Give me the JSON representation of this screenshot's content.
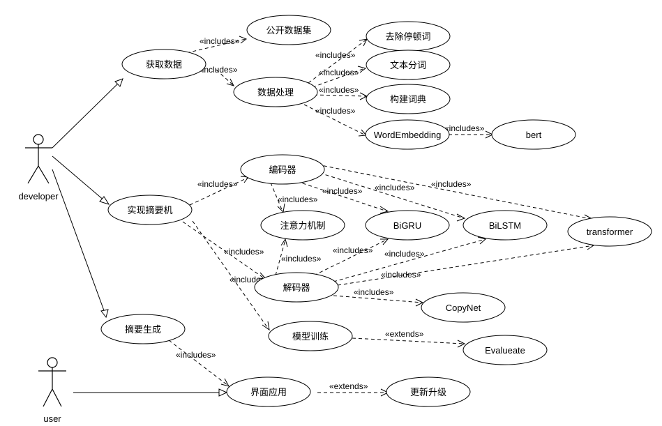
{
  "actors": {
    "developer": "developer",
    "user": "user"
  },
  "usecases": {
    "get_data": "获取数据",
    "public_dataset": "公开数据集",
    "data_processing": "数据处理",
    "remove_stopwords": "去除停顿词",
    "text_segmentation": "文本分词",
    "build_dictionary": "构建词典",
    "word_embedding": "WordEmbedding",
    "bert": "bert",
    "implement_summarizer": "实现摘要机",
    "encoder": "编码器",
    "attention": "注意力机制",
    "bigru": "BiGRU",
    "bilstm": "BiLSTM",
    "transformer": "transformer",
    "decoder": "解码器",
    "copynet": "CopyNet",
    "model_training": "模型训练",
    "evaluate": "Evalueate",
    "summary_generation": "摘要生成",
    "ui_application": "界面应用",
    "update_upgrade": "更新升级"
  },
  "stereotypes": {
    "includes": "«includes»",
    "extends": "«extends»"
  }
}
